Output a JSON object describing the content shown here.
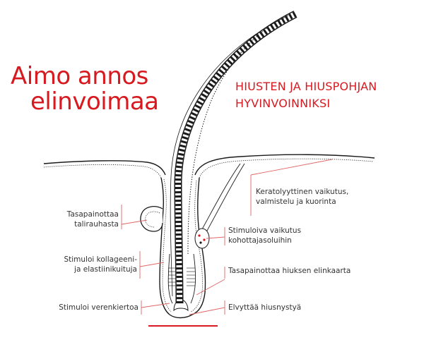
{
  "title": {
    "line1": "Aimo annos",
    "line2": "elinvoimaa"
  },
  "subtitle": {
    "line1": "HIUSTEN JA HIUSPOHJAN",
    "line2": "HYVINVOINNIKSI"
  },
  "labels": {
    "keratolytic": {
      "line1": "Keratolyyttinen vaikutus,",
      "line2": "valmistelu ja kuorinta"
    },
    "sebaceous": {
      "line1": "Tasapainottaa",
      "line2": "talirauhasta"
    },
    "arrector": {
      "line1": "Stimuloiva vaikutus",
      "line2": "kohottajasoluihin"
    },
    "collagen": {
      "line1": "Stimuloi kollageeni-",
      "line2": "ja elastiinikuituja"
    },
    "hair_cycle": "Tasapainottaa hiuksen elinkaarta",
    "circulation": "Stimuloi verenkiertoa",
    "hair_growth": "Elvyttää hiusnystyä"
  },
  "colors": {
    "accent": "#d71920",
    "ink": "#1a1a1a",
    "label_text": "#333333",
    "leader": "#e06666"
  }
}
